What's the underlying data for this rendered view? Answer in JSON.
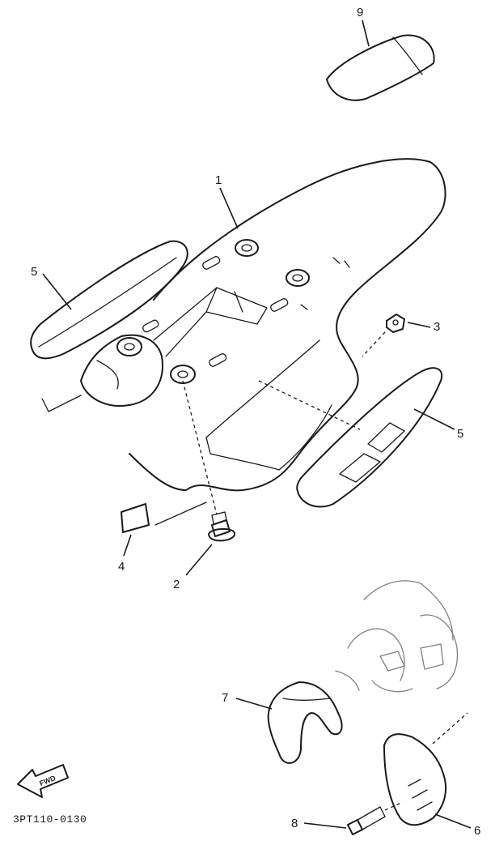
{
  "callouts": {
    "c1": "1",
    "c2": "2",
    "c3": "3",
    "c4": "4",
    "c5_left": "5",
    "c5_right": "5",
    "c6": "6",
    "c7": "7",
    "c8": "8",
    "c9": "9"
  },
  "fwd_label": "FWD",
  "drawing_code": "3PT110-0130"
}
